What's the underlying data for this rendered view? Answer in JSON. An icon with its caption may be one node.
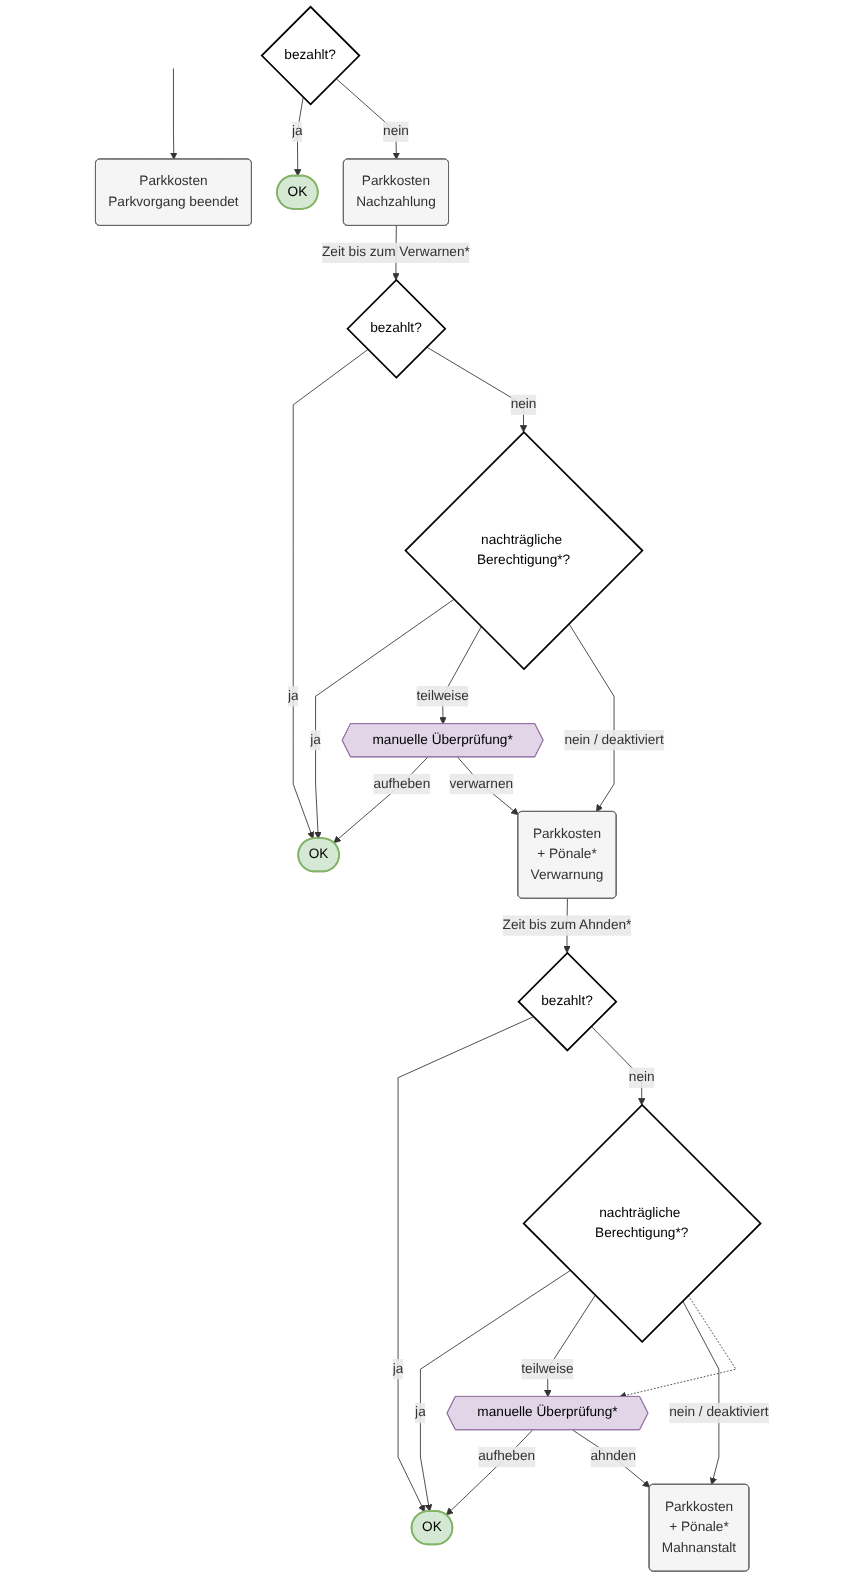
{
  "diagram": {
    "nodes": [
      {
        "text": [
          "Parkkosten",
          "Parkvorgang beendet"
        ]
      },
      {
        "text": [
          "bezahlt?"
        ]
      },
      {
        "text": [
          "OK"
        ]
      },
      {
        "text": [
          "Parkkosten",
          "Nachzahlung"
        ]
      },
      {
        "text": [
          "bezahlt?"
        ]
      },
      {
        "text": [
          "nachträgliche Berechtigung*?"
        ]
      },
      {
        "text": [
          "OK"
        ]
      },
      {
        "text": [
          "manuelle Überprüfung*"
        ]
      },
      {
        "text": [
          "Parkkosten",
          "+ Pönale*",
          "Verwarnung"
        ]
      },
      {
        "text": [
          "bezahlt?"
        ]
      },
      {
        "text": [
          "nachträgliche Berechtigung*?"
        ]
      },
      {
        "text": [
          "OK"
        ]
      },
      {
        "text": [
          "manuelle Überprüfung*"
        ]
      },
      {
        "text": [
          "Parkkosten",
          "+ Pönale*",
          "Mahnanstalt"
        ]
      }
    ],
    "edges": [
      {
        "from": null,
        "to": 0,
        "arrow": "to"
      },
      {
        "from": 1,
        "to": 2,
        "arrow": "to",
        "label": "ja"
      },
      {
        "from": 1,
        "to": 3,
        "arrow": "to",
        "label": "nein"
      },
      {
        "from": 3,
        "to": 4,
        "arrow": "to",
        "label": "Zeit bis zum Verwarnen*"
      },
      {
        "from": 4,
        "to": 6,
        "arrow": "to",
        "label": "ja"
      },
      {
        "from": 4,
        "to": 5,
        "arrow": "to",
        "label": "nein"
      },
      {
        "from": 5,
        "to": 6,
        "arrow": "to",
        "label": "ja"
      },
      {
        "from": 5,
        "to": 7,
        "arrow": "to",
        "label": "teilweise"
      },
      {
        "from": 5,
        "to": 8,
        "arrow": "to",
        "label": "nein / deaktiviert"
      },
      {
        "from": 7,
        "to": 6,
        "arrow": "to",
        "label": "aufheben"
      },
      {
        "from": 7,
        "to": 8,
        "arrow": "to",
        "label": "verwarnen"
      },
      {
        "from": 8,
        "to": 9,
        "arrow": "to",
        "label": "Zeit bis zum Ahnden*"
      },
      {
        "from": 9,
        "to": 11,
        "arrow": "to",
        "label": "ja"
      },
      {
        "from": 9,
        "to": 10,
        "arrow": "to",
        "label": "nein"
      },
      {
        "from": 10,
        "to": 11,
        "arrow": "to",
        "label": "ja"
      },
      {
        "from": 10,
        "to": 12,
        "arrow": "to",
        "label": "teilweise"
      },
      {
        "from": 10,
        "to": 13,
        "arrow": "to",
        "label": "nein / deaktiviert"
      },
      {
        "from": 10,
        "to": 12,
        "arrow": "to",
        "style": "dashed"
      },
      {
        "from": 12,
        "to": 11,
        "arrow": "to",
        "label": "aufheben"
      },
      {
        "from": 12,
        "to": 13,
        "arrow": "to",
        "label": "ahnden"
      }
    ]
  }
}
